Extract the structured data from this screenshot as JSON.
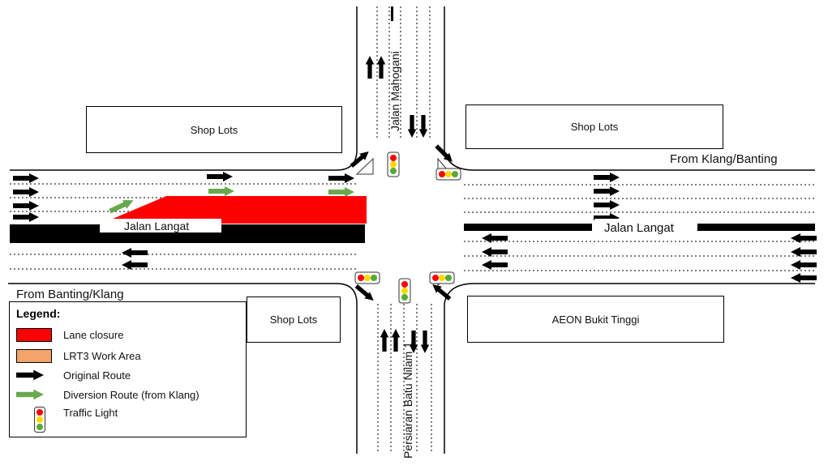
{
  "buildings": {
    "shop_lots_nw": "Shop Lots",
    "shop_lots_ne": "Shop Lots",
    "shop_lots_sw": "Shop Lots",
    "aeon": "AEON Bukit Tinggi"
  },
  "roads": {
    "jalan_langat_west": "Jalan Langat",
    "jalan_langat_east": "Jalan Langat",
    "jalan_mahogani": "Jalan Mahogani",
    "persiaran": "Persiaran Batu Nilam 1",
    "from_klang_banting": "From Klang/Banting",
    "from_banting_klang": "From Banting/Klang"
  },
  "legend": {
    "title": "Legend:",
    "items": [
      {
        "label": "Lane closure",
        "symbol": "red-swatch",
        "color": "#ff0000"
      },
      {
        "label": "LRT3 Work Area",
        "symbol": "orange-swatch",
        "color": "#f4a46a"
      },
      {
        "label": "Original Route",
        "symbol": "black-arrow",
        "color": "#000000"
      },
      {
        "label": "Diversion Route (from Klang)",
        "symbol": "green-arrow",
        "color": "#6aa84f"
      },
      {
        "label": "Traffic Light",
        "symbol": "traffic-light-icon",
        "color": "#ff0000"
      }
    ]
  },
  "colors": {
    "lane_closure": "#ff0000",
    "work_area": "#f4a46a",
    "original_route": "#000000",
    "diversion_route": "#6aa84f",
    "light_red": "#ff0000",
    "light_amber": "#ffd700",
    "light_green": "#55aa33"
  }
}
